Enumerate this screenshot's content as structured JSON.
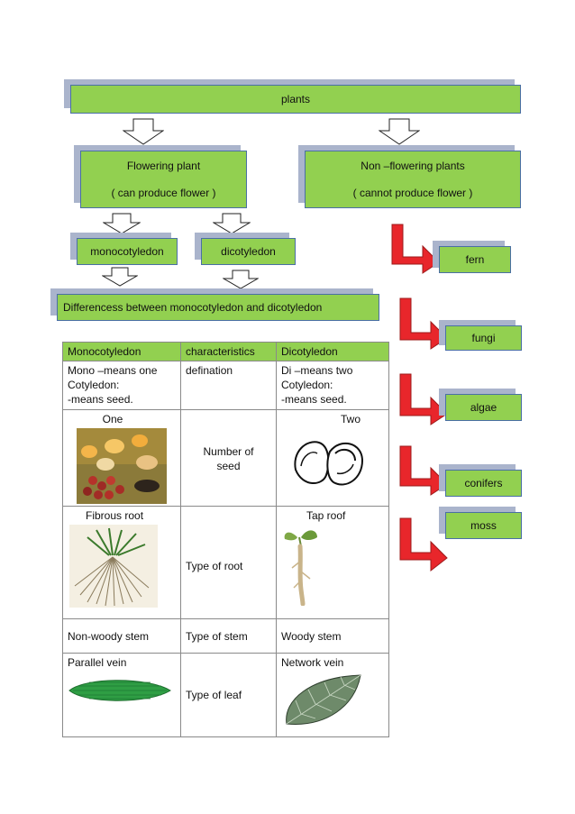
{
  "root": {
    "label": "plants"
  },
  "flowering": {
    "title": "Flowering plant",
    "subtitle": "( can produce flower )"
  },
  "non_flowering": {
    "title": "Non –flowering plants",
    "subtitle": "( cannot produce flower )"
  },
  "mono_box": "monocotyledon",
  "dicot_box": "dicotyledon",
  "difference_title": "Differencess between monocotyledon and dicotyledon",
  "non_flowering_items": [
    "fern",
    "fungi",
    "algae",
    "conifers",
    "moss"
  ],
  "table": {
    "headers": [
      "Monocotyledon",
      "characteristics",
      "Dicotyledon"
    ],
    "rows": [
      {
        "mono": [
          "Mono –means one",
          "Cotyledon:",
          "-means seed."
        ],
        "char": "defination",
        "dicot": [
          "Di –means two",
          "Cotyledon:",
          "-means seed."
        ]
      },
      {
        "mono_label": "One",
        "char": "Number of seed",
        "dicot_label": "Two"
      },
      {
        "mono_label": "Fibrous root",
        "char": "Type of root",
        "dicot_label": "Tap roof"
      },
      {
        "mono_label": "Non-woody stem",
        "char": "Type of stem",
        "dicot_label": "Woody stem"
      },
      {
        "mono_label": "Parallel vein",
        "char": "Type of leaf",
        "dicot_label": "Network vein"
      }
    ]
  },
  "colors": {
    "box_green": "#92d050",
    "box_border": "#4a6fa5",
    "shadow": "#aab4cc",
    "arrow_red": "#e8262b"
  }
}
